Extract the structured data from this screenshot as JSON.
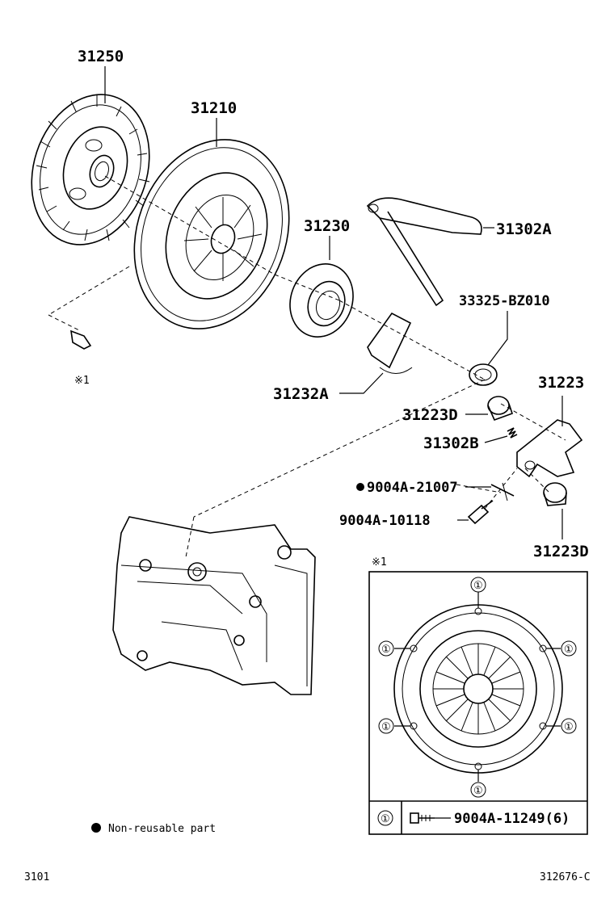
{
  "labels": {
    "clutch_disc": "31250",
    "clutch_cover": "31210",
    "release_bearing": "31230",
    "fork_sub_assy": "31302A",
    "boot": "33325-BZ010",
    "release_clip": "31232A",
    "release_fork": "31223",
    "bushing_upper": "31223D",
    "spring": "31302B",
    "pin": "9004A-21007",
    "bolt": "9004A-10118",
    "bushing_lower": "31223D",
    "cover_bolt_ref": "※1"
  },
  "detail": {
    "title": "※1",
    "callout": "①",
    "bolt_part": "9004A-11249(6)"
  },
  "legend": {
    "non_reusable": "Non-reusable part"
  },
  "footer": {
    "left": "3101",
    "right": "312676-C"
  }
}
